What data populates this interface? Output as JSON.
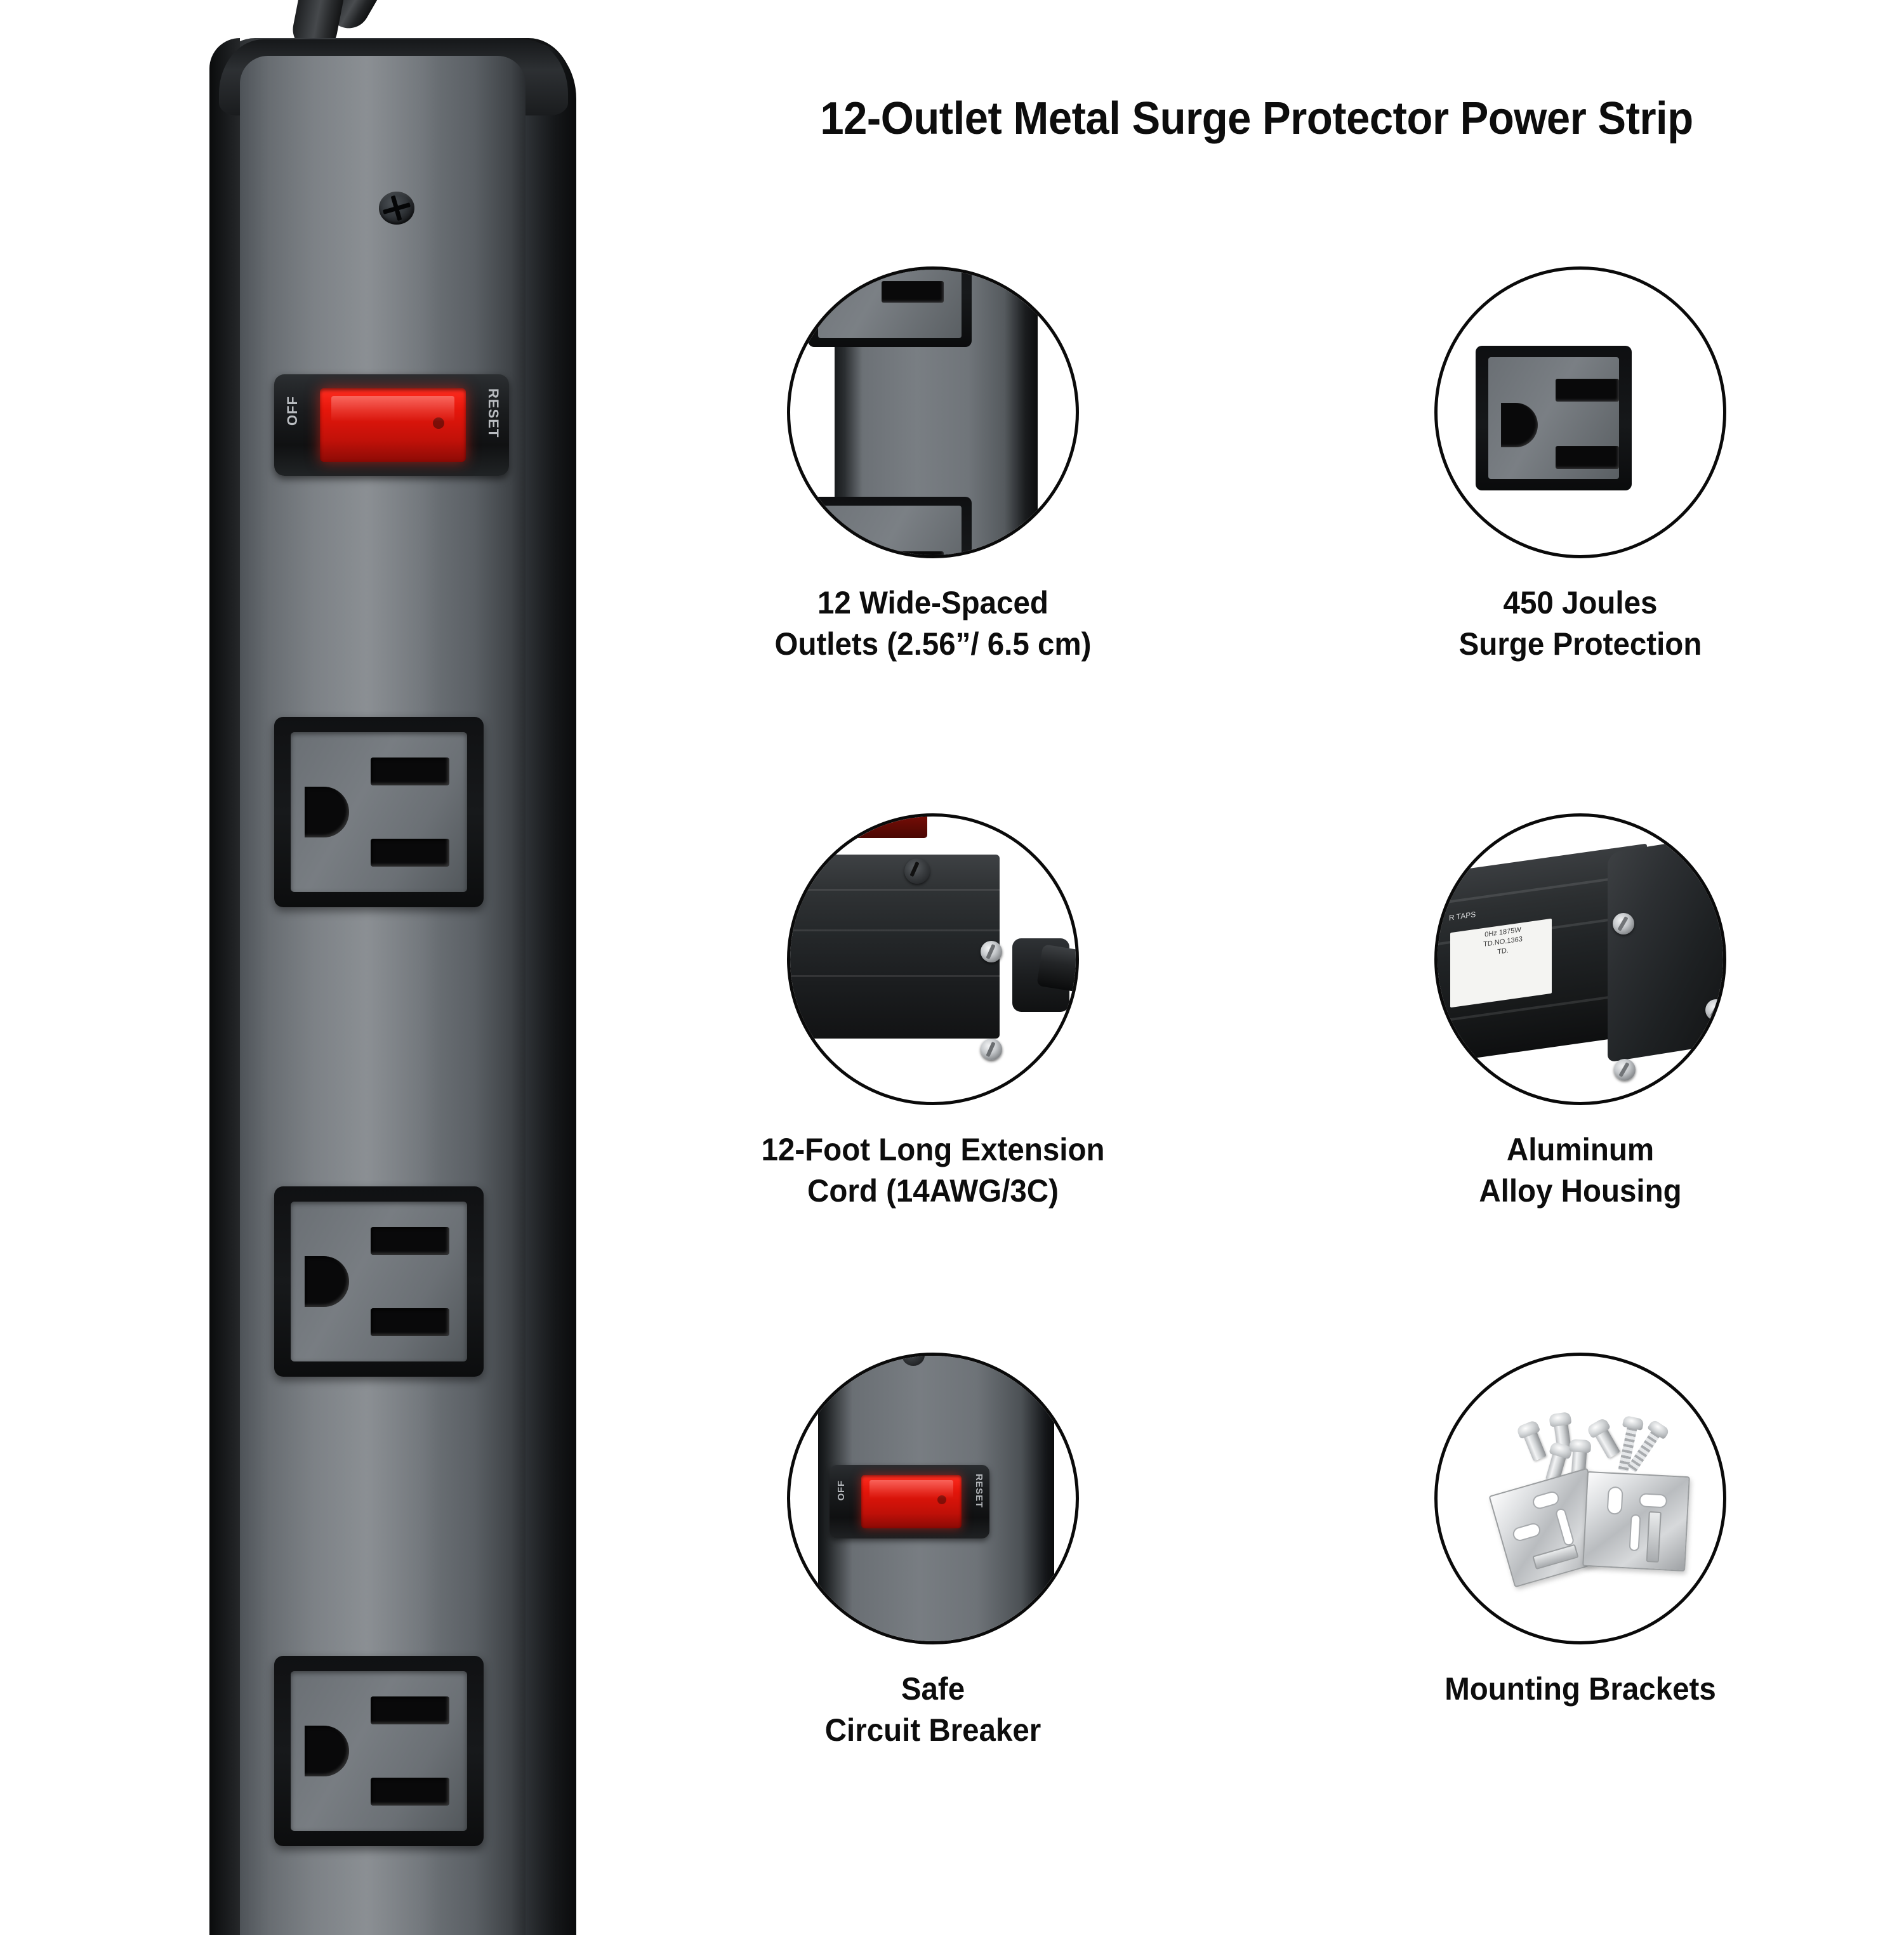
{
  "page": {
    "title": "12-Outlet Metal Surge Protector Power Strip",
    "background_color": "#ffffff",
    "text_color": "#0d0d0d"
  },
  "product": {
    "name": "power-strip",
    "body_color": "#72777c",
    "trim_color": "#131415",
    "switch": {
      "left_label": "OFF",
      "right_label": "RESET",
      "indicator_color": "#e5160b",
      "state": "on"
    },
    "outlet_type": "NEMA 5-15R",
    "visible_outlets": 3
  },
  "features": [
    {
      "id": "wide-spaced-outlets",
      "line1": "12 Wide-Spaced",
      "line2": "Outlets (2.56”/ 6.5 cm)",
      "icon": "two-outlets-closeup"
    },
    {
      "id": "surge-protection",
      "line1": "450 Joules",
      "line2": "Surge Protection",
      "icon": "single-outlet-closeup"
    },
    {
      "id": "extension-cord",
      "line1": "12-Foot Long Extension",
      "line2": "Cord (14AWG/3C)",
      "icon": "cord-exit-closeup"
    },
    {
      "id": "aluminum-housing",
      "line1": "Aluminum",
      "line2": "Alloy Housing",
      "icon": "housing-endcap-closeup"
    },
    {
      "id": "circuit-breaker",
      "line1": "Safe",
      "line2": "Circuit Breaker",
      "icon": "breaker-switch-closeup"
    },
    {
      "id": "mounting-brackets",
      "line1": "Mounting Brackets",
      "line2": "",
      "icon": "metal-brackets-and-screws"
    }
  ],
  "housing_label": {
    "line1": "R TAPS",
    "line2": "0Hz 1875W",
    "line3": "TD.NO.1363",
    "line4": "TD."
  },
  "breaker_closeup": {
    "left_label": "OFF",
    "right_label": "RESET"
  }
}
